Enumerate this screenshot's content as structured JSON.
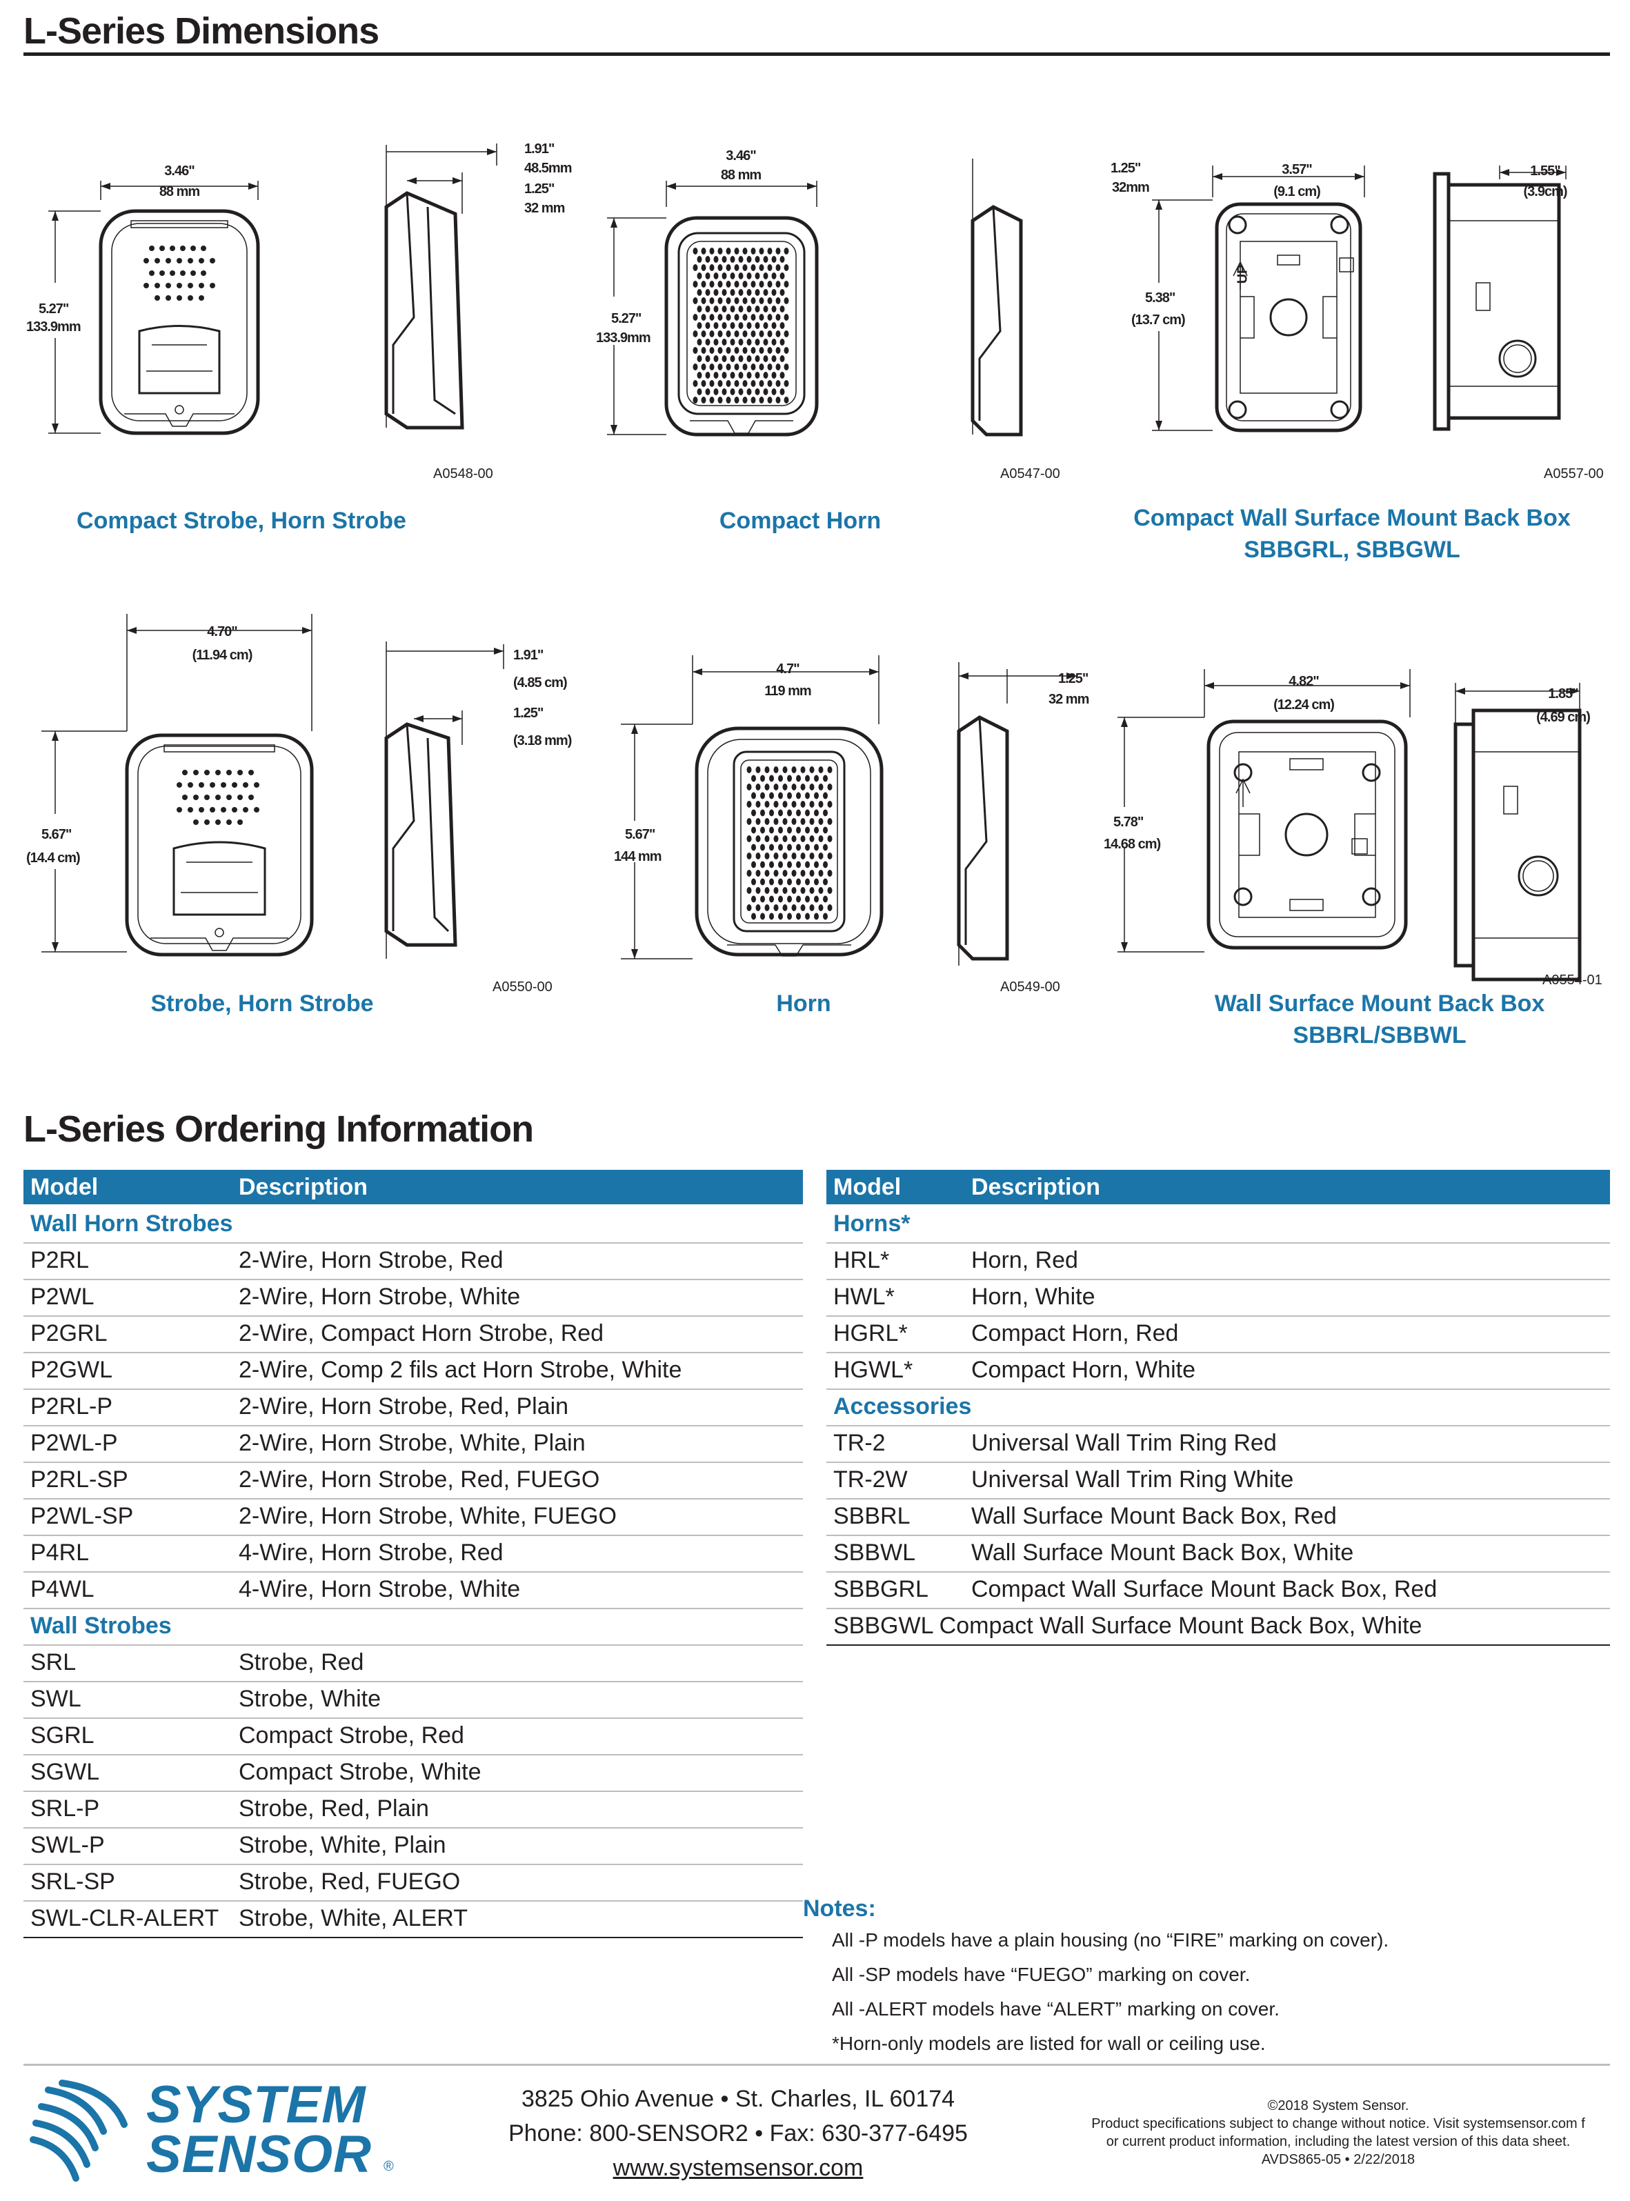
{
  "dimensions_section": {
    "title": "L-Series Dimensions",
    "figures": {
      "compact_strobe": {
        "width": "3.46\"",
        "width_metric": "88 mm",
        "height": "5.27\"",
        "height_metric": "133.9mm",
        "side1": "1.91\"",
        "side1_metric": "48.5mm",
        "side2": "1.25\"",
        "side2_metric": "32 mm",
        "code": "A0548-00",
        "caption": "Compact Strobe, Horn Strobe"
      },
      "compact_horn": {
        "width": "3.46\"",
        "width_metric": "88 mm",
        "height": "5.27\"",
        "height_metric": "133.9mm",
        "code": "A0547-00",
        "caption": "Compact Horn"
      },
      "compact_backbox": {
        "side_depth": "1.25\"",
        "side_depth_metric": "32mm",
        "width": "3.57\"",
        "width_metric": "(9.1 cm)",
        "height": "5.38\"",
        "height_metric": "(13.7 cm)",
        "depth": "1.55\"",
        "depth_metric": "(3.9cm)",
        "code": "A0557-00",
        "caption": "Compact Wall Surface Mount Back Box",
        "caption2": "SBBGRL, SBBGWL"
      },
      "strobe": {
        "width": "4.70\"",
        "width_metric": "(11.94 cm)",
        "height": "5.67\"",
        "height_metric": "(14.4 cm)",
        "side1": "1.91\"",
        "side1_metric": "(4.85 cm)",
        "side2": "1.25\"",
        "side2_metric": "(3.18 mm)",
        "code": "A0550-00",
        "caption": "Strobe, Horn Strobe"
      },
      "horn": {
        "width": "4.7\"",
        "width_metric": "119 mm",
        "height": "5.67\"",
        "height_metric": "144 mm",
        "side": "1.25\"",
        "side_metric": "32 mm",
        "code": "A0549-00",
        "caption": "Horn"
      },
      "backbox": {
        "width": "4.82\"",
        "width_metric": "(12.24 cm)",
        "height": "5.78\"",
        "height_metric": "14.68 cm)",
        "depth": "1.85\"",
        "depth_metric": "(4.69 cm)",
        "code": "A0554-01",
        "caption": "Wall Surface Mount Back Box",
        "caption2": "SBBRL/SBBWL"
      }
    },
    "up_label": "UP"
  },
  "ordering_section": {
    "title": "L-Series Ordering Information",
    "headers": {
      "model": "Model",
      "description": "Description"
    },
    "left_table": [
      {
        "group": "Wall Horn Strobes"
      },
      {
        "model": "P2RL",
        "desc": "2-Wire, Horn Strobe, Red"
      },
      {
        "model": "P2WL",
        "desc": "2-Wire, Horn Strobe, White"
      },
      {
        "model": "P2GRL",
        "desc": "2-Wire, Compact Horn Strobe, Red"
      },
      {
        "model": "P2GWL",
        "desc": "2-Wire, Comp 2 fils act Horn Strobe, White"
      },
      {
        "model": "P2RL-P",
        "desc": "2-Wire, Horn Strobe, Red, Plain"
      },
      {
        "model": "P2WL-P",
        "desc": "2-Wire, Horn Strobe, White, Plain"
      },
      {
        "model": "P2RL-SP",
        "desc": "2-Wire, Horn Strobe, Red, FUEGO"
      },
      {
        "model": "P2WL-SP",
        "desc": "2-Wire, Horn Strobe, White, FUEGO"
      },
      {
        "model": "P4RL",
        "desc": "4-Wire, Horn Strobe, Red"
      },
      {
        "model": "P4WL",
        "desc": "4-Wire, Horn Strobe, White"
      },
      {
        "group": "Wall Strobes"
      },
      {
        "model": "SRL",
        "desc": "Strobe, Red"
      },
      {
        "model": "SWL",
        "desc": "Strobe, White"
      },
      {
        "model": "SGRL",
        "desc": "Compact Strobe, Red"
      },
      {
        "model": "SGWL",
        "desc": "Compact Strobe, White"
      },
      {
        "model": "SRL-P",
        "desc": "Strobe, Red, Plain"
      },
      {
        "model": "SWL-P",
        "desc": "Strobe, White, Plain"
      },
      {
        "model": "SRL-SP",
        "desc": "Strobe, Red, FUEGO"
      },
      {
        "model": "SWL-CLR-ALERT",
        "desc": "Strobe, White, ALERT"
      }
    ],
    "right_table": [
      {
        "group": "Horns*"
      },
      {
        "model": "HRL*",
        "desc": "Horn, Red"
      },
      {
        "model": "HWL*",
        "desc": "Horn, White"
      },
      {
        "model": "HGRL*",
        "desc": "Compact Horn, Red"
      },
      {
        "model": "HGWL*",
        "desc": "Compact Horn, White"
      },
      {
        "group": "Accessories"
      },
      {
        "model": "TR-2",
        "desc": "Universal Wall Trim Ring Red"
      },
      {
        "model": "TR-2W",
        "desc": "Universal Wall Trim Ring White"
      },
      {
        "model": "SBBRL",
        "desc": "Wall Surface Mount Back Box, Red"
      },
      {
        "model": "SBBWL",
        "desc": "Wall Surface Mount Back Box, White"
      },
      {
        "model": "SBBGRL",
        "desc": "Compact Wall Surface Mount Back Box, Red"
      },
      {
        "full": "SBBGWL Compact Wall Surface Mount Back Box, White"
      }
    ],
    "notes_title": "Notes:",
    "notes": [
      "All -P models have a plain housing (no “FIRE” marking on cover).",
      "All -SP models have “FUEGO” marking on cover.",
      "All -ALERT models have “ALERT” marking on cover.",
      "*Horn-only models are listed for wall or ceiling use."
    ]
  },
  "footer": {
    "logo_line1": "SYSTEM",
    "logo_line2": "SENSOR",
    "logo_mark": "®",
    "address": "3825 Ohio Avenue •  St. Charles, IL 60174",
    "phone": "Phone: 800-SENSOR2 •  Fax: 630-377-6495",
    "website": "www.systemsensor.com",
    "copyright": "©2018 System Sensor.",
    "legal1": "Product specifications subject to change without notice. Visit systemsensor.com  f",
    "legal2": "or current product information, including the latest version of this data sheet.",
    "doc_id": "AVDS865-05 •  2/22/2018"
  },
  "colors": {
    "accent": "#1b75a8",
    "text": "#231f20",
    "rule": "#231f20"
  }
}
